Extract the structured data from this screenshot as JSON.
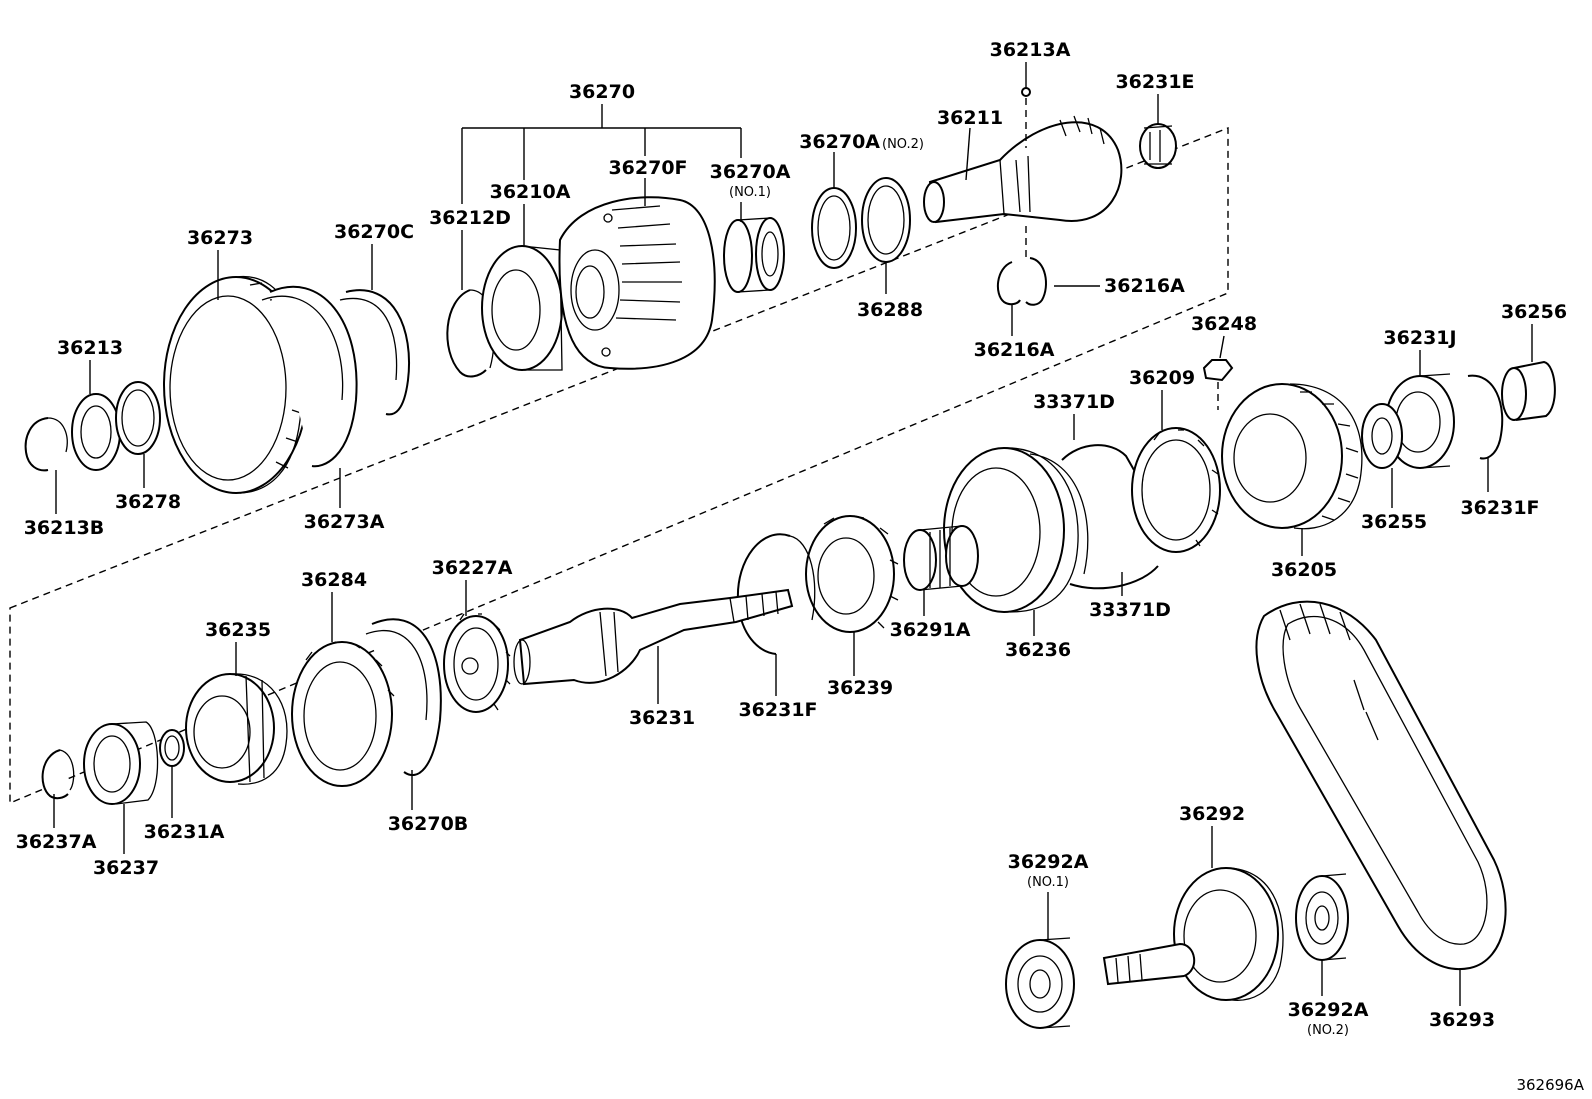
{
  "diagram_id": "362696A",
  "parts": [
    {
      "id": "p36270",
      "label": "36270"
    },
    {
      "id": "p36213A",
      "label": "36213A"
    },
    {
      "id": "p36231E",
      "label": "36231E"
    },
    {
      "id": "p36211",
      "label": "36211"
    },
    {
      "id": "p36270Ano2",
      "label": "36270A",
      "note": "(NO.2)"
    },
    {
      "id": "p36270F",
      "label": "36270F"
    },
    {
      "id": "p36270Ano1",
      "label": "36270A",
      "note": "(NO.1)"
    },
    {
      "id": "p36210A",
      "label": "36210A"
    },
    {
      "id": "p36212D",
      "label": "36212D"
    },
    {
      "id": "p36273",
      "label": "36273"
    },
    {
      "id": "p36270C",
      "label": "36270C"
    },
    {
      "id": "p36288",
      "label": "36288"
    },
    {
      "id": "p36216A_r",
      "label": "36216A"
    },
    {
      "id": "p36216A_b",
      "label": "36216A"
    },
    {
      "id": "p36248",
      "label": "36248"
    },
    {
      "id": "p36256",
      "label": "36256"
    },
    {
      "id": "p36231J",
      "label": "36231J"
    },
    {
      "id": "p36213",
      "label": "36213"
    },
    {
      "id": "p33371D_t",
      "label": "33371D"
    },
    {
      "id": "p36209",
      "label": "36209"
    },
    {
      "id": "p36278",
      "label": "36278"
    },
    {
      "id": "p36213B",
      "label": "36213B"
    },
    {
      "id": "p36273A",
      "label": "36273A"
    },
    {
      "id": "p36255",
      "label": "36255"
    },
    {
      "id": "p36231F_r",
      "label": "36231F"
    },
    {
      "id": "p36205",
      "label": "36205"
    },
    {
      "id": "p36227A",
      "label": "36227A"
    },
    {
      "id": "p36284",
      "label": "36284"
    },
    {
      "id": "p36235",
      "label": "36235"
    },
    {
      "id": "p36291A",
      "label": "36291A"
    },
    {
      "id": "p33371D_b",
      "label": "33371D"
    },
    {
      "id": "p36236",
      "label": "36236"
    },
    {
      "id": "p36239",
      "label": "36239"
    },
    {
      "id": "p36231F_m",
      "label": "36231F"
    },
    {
      "id": "p36231",
      "label": "36231"
    },
    {
      "id": "p36270B",
      "label": "36270B"
    },
    {
      "id": "p36231A",
      "label": "36231A"
    },
    {
      "id": "p36237A",
      "label": "36237A"
    },
    {
      "id": "p36237",
      "label": "36237"
    },
    {
      "id": "p36292",
      "label": "36292"
    },
    {
      "id": "p36292Ano1",
      "label": "36292A",
      "note": "(NO.1)"
    },
    {
      "id": "p36292Ano2",
      "label": "36292A",
      "note": "(NO.2)"
    },
    {
      "id": "p36293",
      "label": "36293"
    }
  ]
}
